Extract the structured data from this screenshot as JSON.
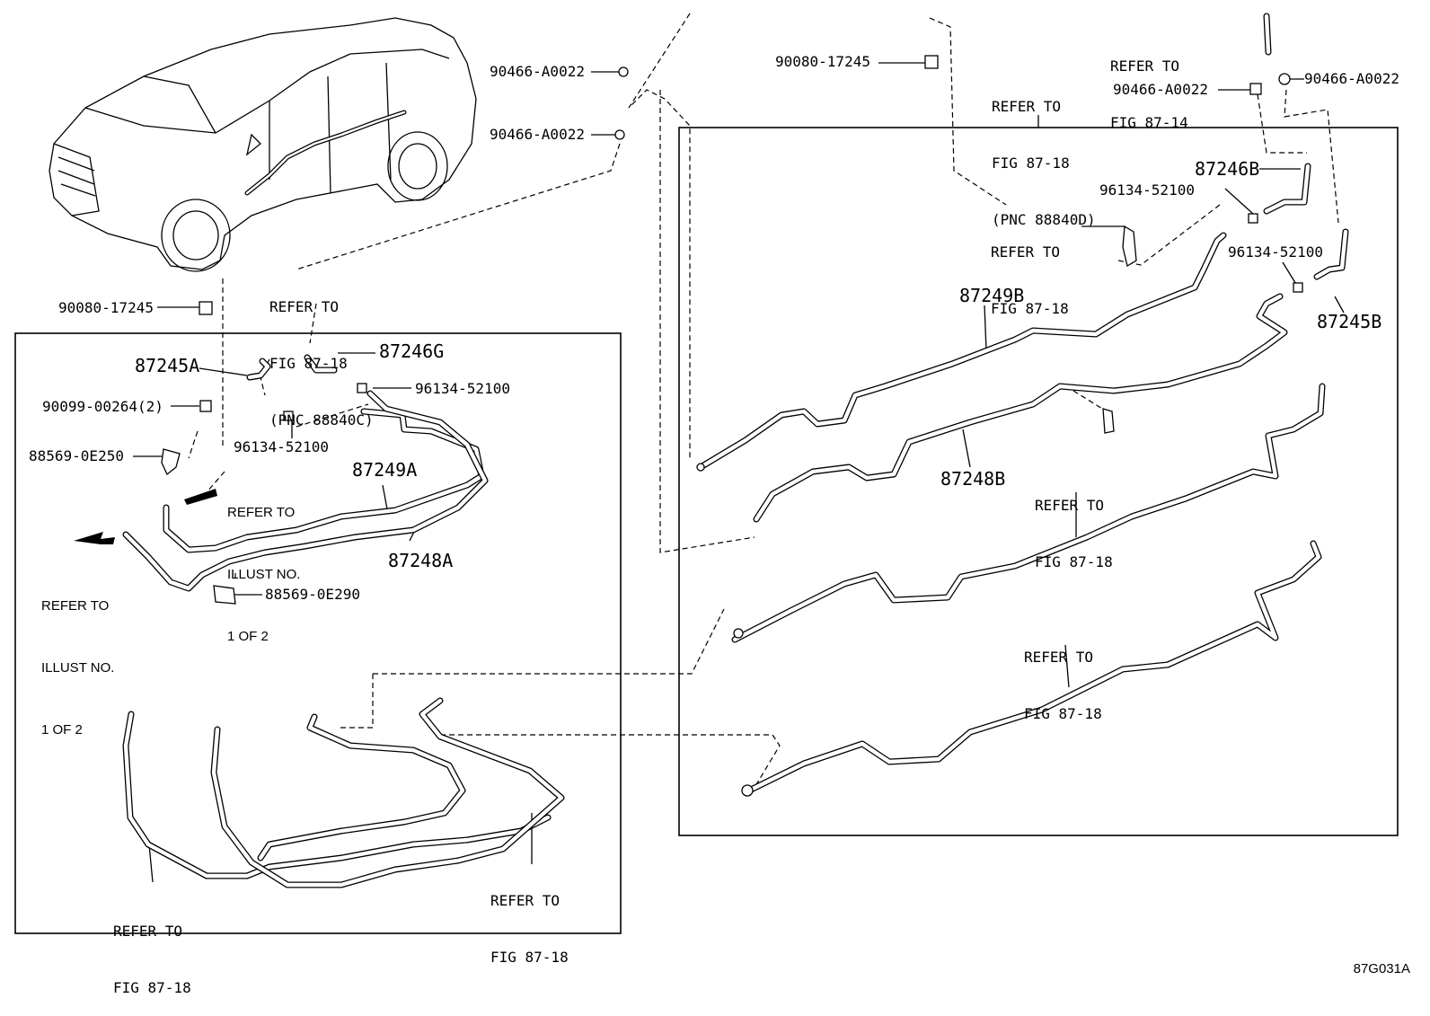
{
  "figure_id": "87G031A",
  "labels": {
    "p90466_top": "90466-A0022",
    "p90466_mid": "90466-A0022",
    "p90080_left": "90080-17245",
    "p90080_top": "90080-17245",
    "p87245A": "87245A",
    "p87246G": "87246G",
    "p96134_a": "96134-52100",
    "p90099": "90099-00264(2)",
    "p96134_b": "96134-52100",
    "p88569_e250": "88569-0E250",
    "p87249A": "87249A",
    "p87248A": "87248A",
    "p88569_e290": "88569-0E290",
    "p90466_r1": "90466-A0022",
    "p90466_r2": "90466-A0022",
    "p87246B": "87246B",
    "p96134_c": "96134-52100",
    "p96134_d": "96134-52100",
    "p87249B": "87249B",
    "p87245B": "87245B",
    "p87248B": "87248B"
  },
  "refs": {
    "ref_8840C": [
      "REFER TO",
      "FIG 87-18",
      "(PNC 88840C)"
    ],
    "ref_8840D": [
      "REFER TO",
      "FIG 87-18",
      "(PNC 88840D)"
    ],
    "ref_8714": [
      "REFER TO",
      "FIG 87-14"
    ],
    "ref_right_bracket": [
      "REFER TO",
      "FIG 87-18"
    ],
    "ref_right_mid": [
      "REFER TO",
      "FIG 87-18"
    ],
    "ref_right_low": [
      "REFER TO",
      "FIG 87-18"
    ],
    "ref_left_low": [
      "REFER TO",
      "FIG 87-18"
    ],
    "ref_center_low": [
      "REFER TO",
      "FIG 87-18"
    ],
    "illust_a": [
      "REFER TO",
      "ILLUST NO.",
      "1 OF 2"
    ],
    "illust_b": [
      "REFER TO",
      "ILLUST NO.",
      "1 OF 2"
    ]
  }
}
